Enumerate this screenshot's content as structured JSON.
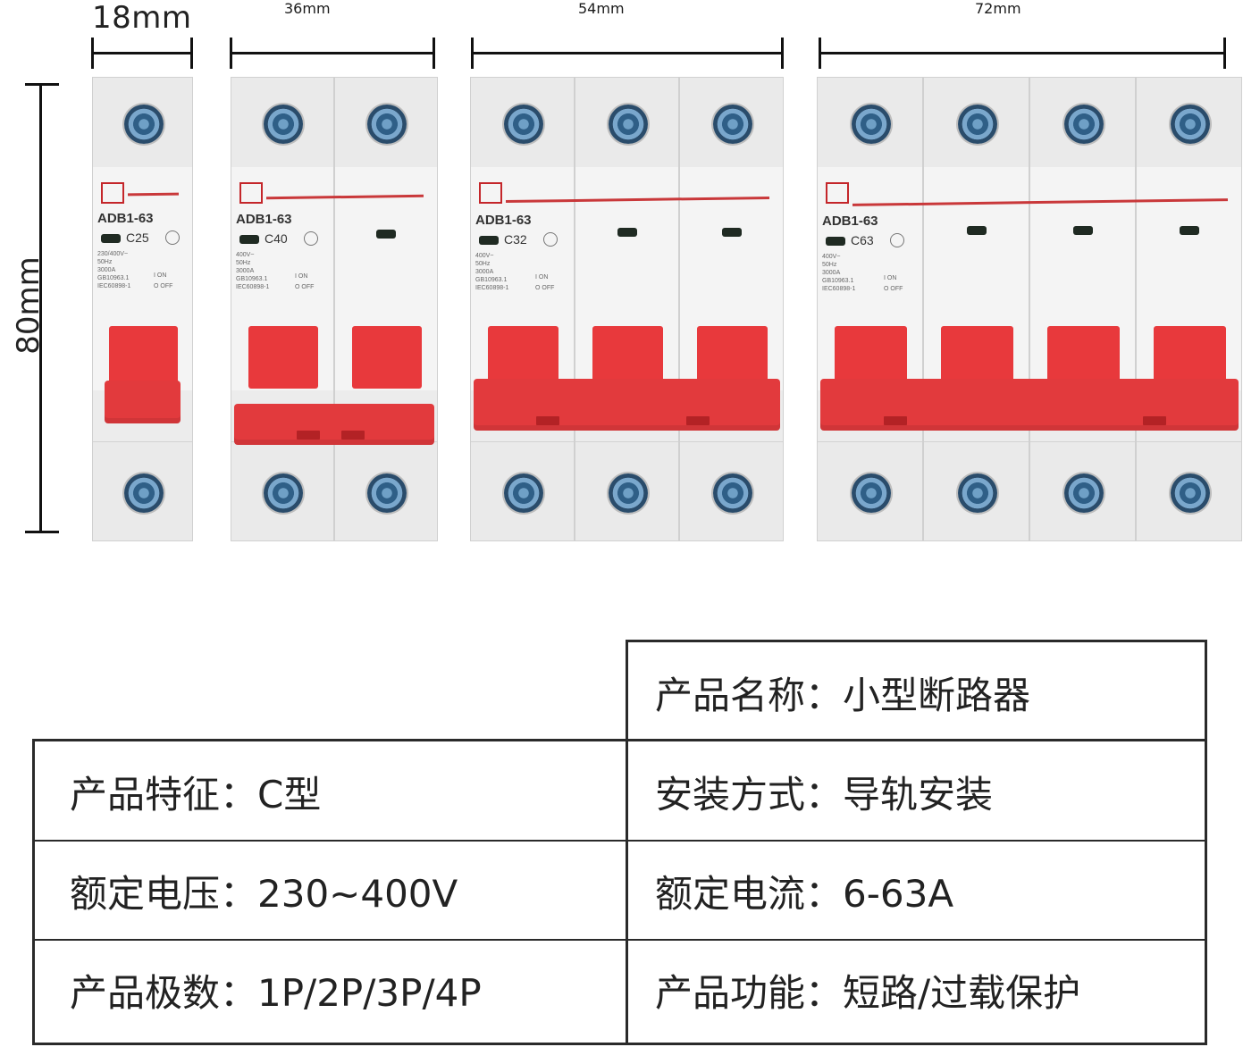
{
  "dimensions": {
    "widths": [
      "18mm",
      "36mm",
      "54mm",
      "72mm"
    ],
    "height": "80mm"
  },
  "breakers": [
    {
      "poles": 1,
      "model": "ADB1-63",
      "rating": "C25",
      "specs": "230/400V~\n50Hz\n3000A\nGB10963.1\nIEC60898-1",
      "on_label": "I ON",
      "off_label": "O OFF"
    },
    {
      "poles": 2,
      "model": "ADB1-63",
      "rating": "C40",
      "specs": "400V~\n50Hz\n3000A\nGB10963.1\nIEC60898-1",
      "on_label": "I ON",
      "off_label": "O OFF"
    },
    {
      "poles": 3,
      "model": "ADB1-63",
      "rating": "C32",
      "specs": "400V~\n50Hz\n3000A\nGB10963.1\nIEC60898-1",
      "on_label": "I ON",
      "off_label": "O OFF"
    },
    {
      "poles": 4,
      "model": "ADB1-63",
      "rating": "C63",
      "specs": "400V~\n50Hz\n3000A\nGB10963.1\nIEC60898-1",
      "on_label": "I ON",
      "off_label": "O OFF"
    }
  ],
  "table": {
    "product_name": "产品名称：小型断路器",
    "features": "产品特征：C型",
    "install": "安装方式：导轨安装",
    "voltage": "额定电压：230~400V",
    "current": "额定电流：6-63A",
    "poles": "产品极数：1P/2P/3P/4P",
    "function": "产品功能：短路/过载保护"
  },
  "colors": {
    "handle_red": "#e23a3d",
    "housing_grey": "#ececec",
    "table_border": "#2a2a2a"
  }
}
